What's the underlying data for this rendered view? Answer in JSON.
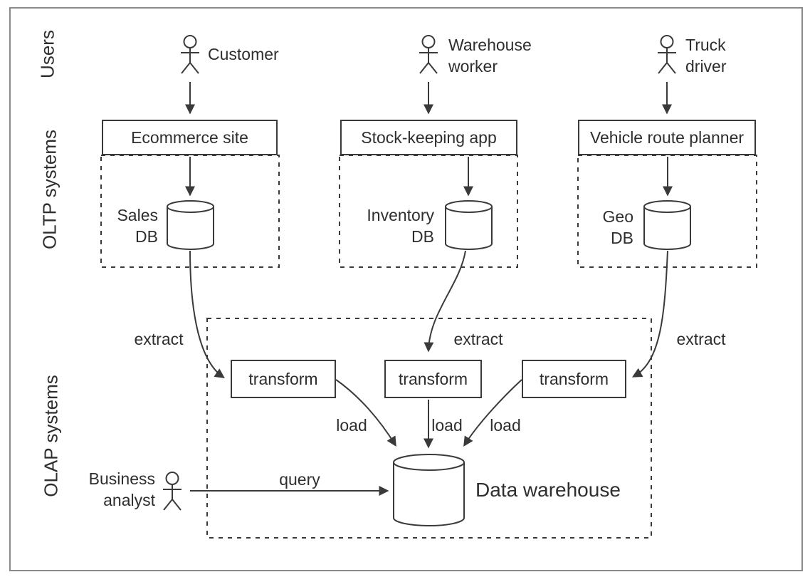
{
  "figure": {
    "description": "ETL architecture diagram: OLTP systems feeding a data warehouse via extract-transform-load"
  },
  "lanes": {
    "users": "Users",
    "oltp": "OLTP systems",
    "olap": "OLAP systems"
  },
  "actors": {
    "customer": "Customer",
    "warehouse_worker": "Warehouse worker",
    "truck_driver": "Truck driver",
    "business_analyst": "Business analyst"
  },
  "systems": {
    "ecommerce": "Ecommerce site",
    "stock_keeping": "Stock-keeping app",
    "vehicle_route": "Vehicle route planner"
  },
  "databases": {
    "sales": "Sales DB",
    "inventory": "Inventory DB",
    "geo": "Geo DB",
    "warehouse": "Data warehouse"
  },
  "etl": {
    "extract": "extract",
    "transform": "transform",
    "load": "load",
    "query": "query"
  },
  "colors": {
    "stroke": "#3a3a3a",
    "text": "#2e2e2e",
    "frame": "#8a8a8a",
    "background": "#ffffff"
  }
}
